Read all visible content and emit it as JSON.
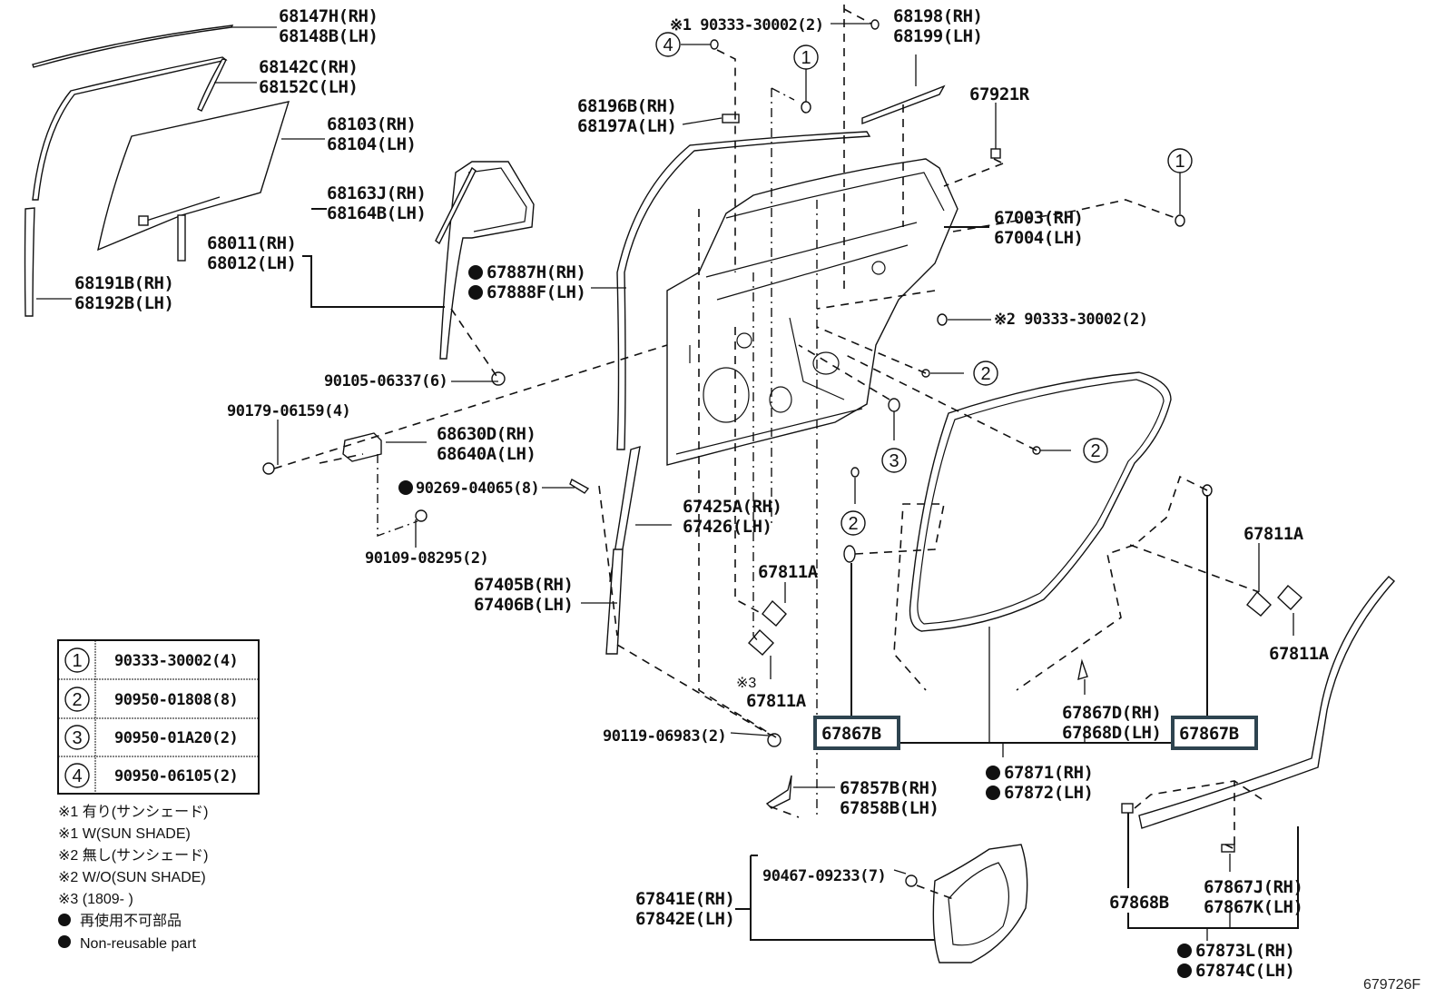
{
  "diagram": {
    "code": "679726F",
    "labels": {
      "l68147": [
        "68147H(RH)",
        "68148B(LH)"
      ],
      "l68142": [
        "68142C(RH)",
        "68152C(LH)"
      ],
      "l68103": [
        "68103(RH)",
        "68104(LH)"
      ],
      "l68163": [
        "68163J(RH)",
        "68164B(LH)"
      ],
      "l68011": [
        "68011(RH)",
        "68012(LH)"
      ],
      "l68191": [
        "68191B(RH)",
        "68192B(LH)"
      ],
      "l67887": [
        "67887H(RH)",
        "67888F(LH)"
      ],
      "l90105": "90105-06337(6)",
      "l90179": "90179-06159(4)",
      "l68630": [
        "68630D(RH)",
        "68640A(LH)"
      ],
      "l90269": "90269-04065(8)",
      "l90109": "90109-08295(2)",
      "l67425": [
        "67425A(RH)",
        "67426(LH)"
      ],
      "l67405": [
        "67405B(RH)",
        "67406B(LH)"
      ],
      "l90119": "90119-06983(2)",
      "l67811a1": "67811A",
      "l67811a2": "67811A",
      "l67811a2_note": "※3",
      "l67811a3": "67811A",
      "l67811a4": "67811A",
      "l67867b1": "67867B",
      "l67867b2": "67867B",
      "l67867d": [
        "67867D(RH)",
        "67868D(LH)"
      ],
      "l67871": [
        "67871(RH)",
        "67872(LH)"
      ],
      "l67857": [
        "67857B(RH)",
        "67858B(LH)"
      ],
      "l90467": "90467-09233(7)",
      "l67841": [
        "67841E(RH)",
        "67842E(LH)"
      ],
      "l67868b": "67868B",
      "l67867j": [
        "67867J(RH)",
        "67867K(LH)"
      ],
      "l67873": [
        "67873L(RH)",
        "67874C(LH)"
      ],
      "l68196": [
        "68196B(RH)",
        "68197A(LH)"
      ],
      "l90333top": "※1 90333-30002(2)",
      "l68198": [
        "68198(RH)",
        "68199(LH)"
      ],
      "l67921": "67921R",
      "l67003": [
        "67003(RH)",
        "67004(LH)"
      ],
      "l90333mid": "※2 90333-30002(2)"
    },
    "callouts": {
      "c1": "1",
      "c2": "2",
      "c3": "3",
      "c4": "4"
    },
    "fastener_table": [
      {
        "ref": "1",
        "part": "90333-30002(4)"
      },
      {
        "ref": "2",
        "part": "90950-01808(8)"
      },
      {
        "ref": "3",
        "part": "90950-01A20(2)"
      },
      {
        "ref": "4",
        "part": "90950-06105(2)"
      }
    ],
    "notes": [
      "※1 有り(サンシェード)",
      "※1 W(SUN SHADE)",
      "※2 無し(サンシェード)",
      "※2 W/O(SUN SHADE)",
      "※3 (1809-      )"
    ],
    "legend": [
      {
        "symbol": "filled-dot",
        "text": "再使用不可部品"
      },
      {
        "symbol": "filled-dot",
        "text": "Non-reusable part"
      }
    ]
  }
}
